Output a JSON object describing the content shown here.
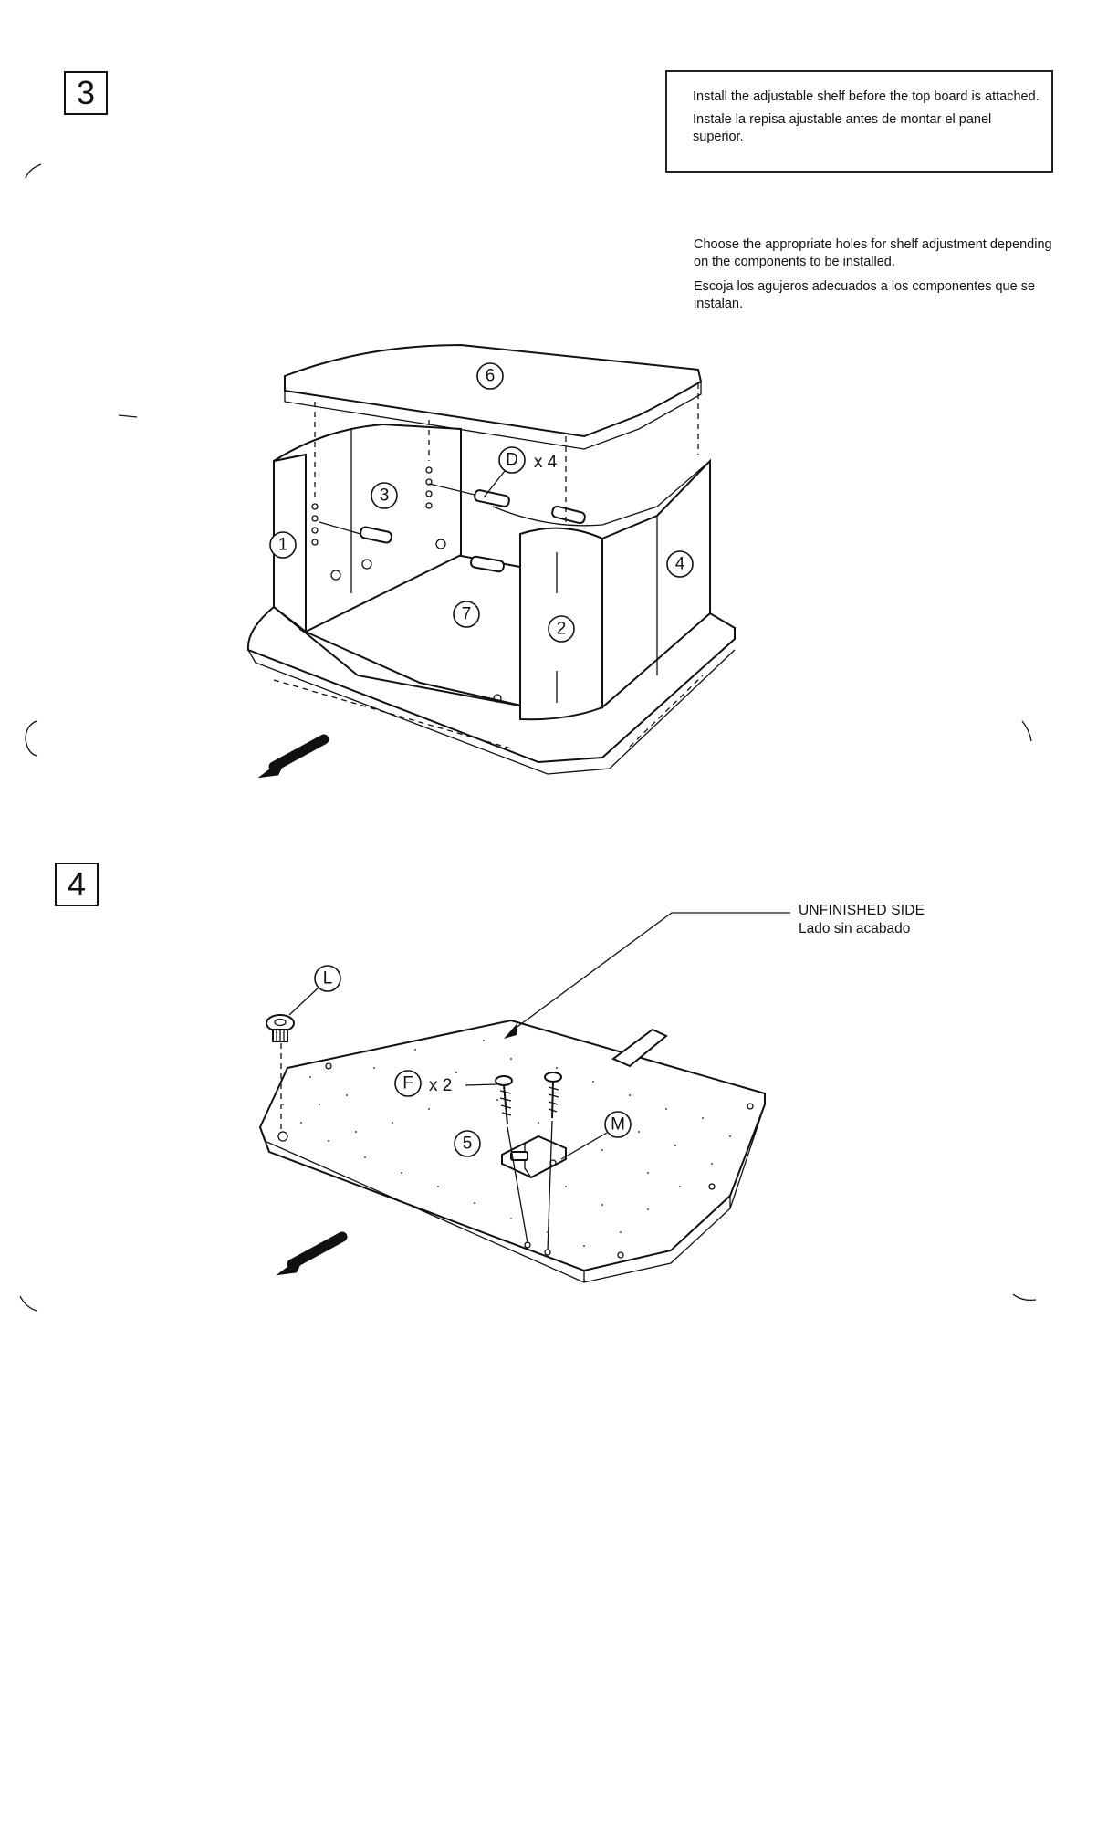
{
  "steps": [
    {
      "number": "3",
      "notice": [
        "Install the adjustable shelf before the top board is attached.",
        "Instale la repisa ajustable antes de montar el panel superior."
      ],
      "instructions": [
        "Choose the appropriate holes for shelf adjustment depending on the components to be installed.",
        "Escoja los agujeros adecuados a los componentes que se instalan."
      ],
      "parts": [
        "1",
        "2",
        "3",
        "4",
        "6",
        "7"
      ],
      "hardware": {
        "letter": "D",
        "qty": "x 4"
      },
      "icons": [
        "front-direction-arrow-icon",
        "wooden-dowel-icon"
      ]
    },
    {
      "number": "4",
      "callout": {
        "en": "UNFINISHED SIDE",
        "es": "Lado sin acabado"
      },
      "parts": [
        "5"
      ],
      "hardware": [
        {
          "letter": "L",
          "qty": ""
        },
        {
          "letter": "F",
          "qty": "x 2"
        },
        {
          "letter": "M",
          "qty": ""
        }
      ],
      "icons": [
        "front-direction-arrow-icon",
        "screw-icon",
        "magnetic-catch-icon",
        "adjustable-foot-icon"
      ]
    }
  ]
}
